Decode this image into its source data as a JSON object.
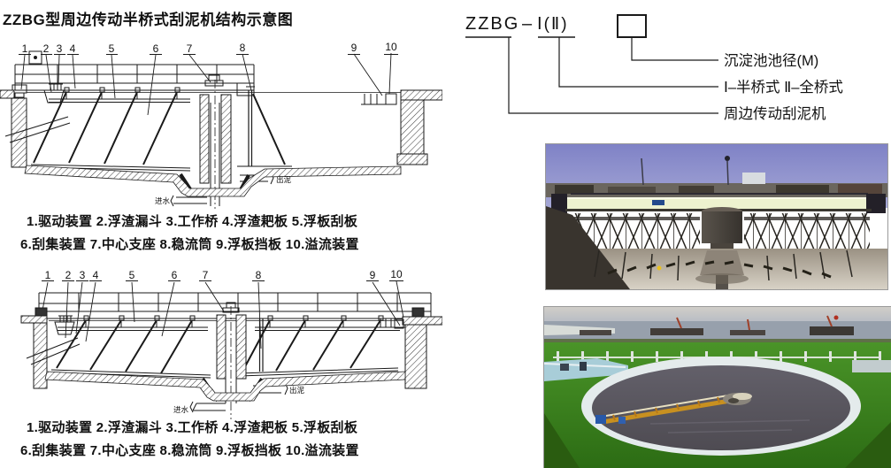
{
  "page_title": "ZZBG型周边传动半桥式刮泥机结构示意图",
  "model_key": {
    "code": "ZZBG",
    "separator": "–",
    "variant": "Ⅰ(Ⅱ)",
    "callouts": {
      "diameter": "沉淀池池径(M)",
      "types": "Ⅰ–半桥式  Ⅱ–全桥式",
      "machine": "周边传动刮泥机"
    }
  },
  "diagram_half_bridge": {
    "callouts": [
      "1",
      "2",
      "3",
      "4",
      "5",
      "6",
      "7",
      "8",
      "9",
      "10"
    ],
    "inlet": "进水",
    "outlet": "出泥",
    "caption_line1": "1.驱动装置 2.浮渣漏斗 3.工作桥 4.浮渣耙板 5.浮板刮板",
    "caption_line2": "6.刮集装置 7.中心支座 8.稳流筒 9.浮板挡板 10.溢流装置"
  },
  "diagram_full_bridge": {
    "callouts": [
      "1",
      "2",
      "3",
      "4",
      "5",
      "6",
      "7",
      "8",
      "9",
      "10"
    ],
    "inlet": "进水",
    "outlet": "出泥",
    "caption_line1": "1.驱动装置 2.浮渣漏斗 3.工作桥 4.浮渣耙板 5.浮板刮板",
    "caption_line2": "6.刮集装置 7.中心支座 8.稳流筒 9.浮板挡板 10.溢流装置"
  }
}
